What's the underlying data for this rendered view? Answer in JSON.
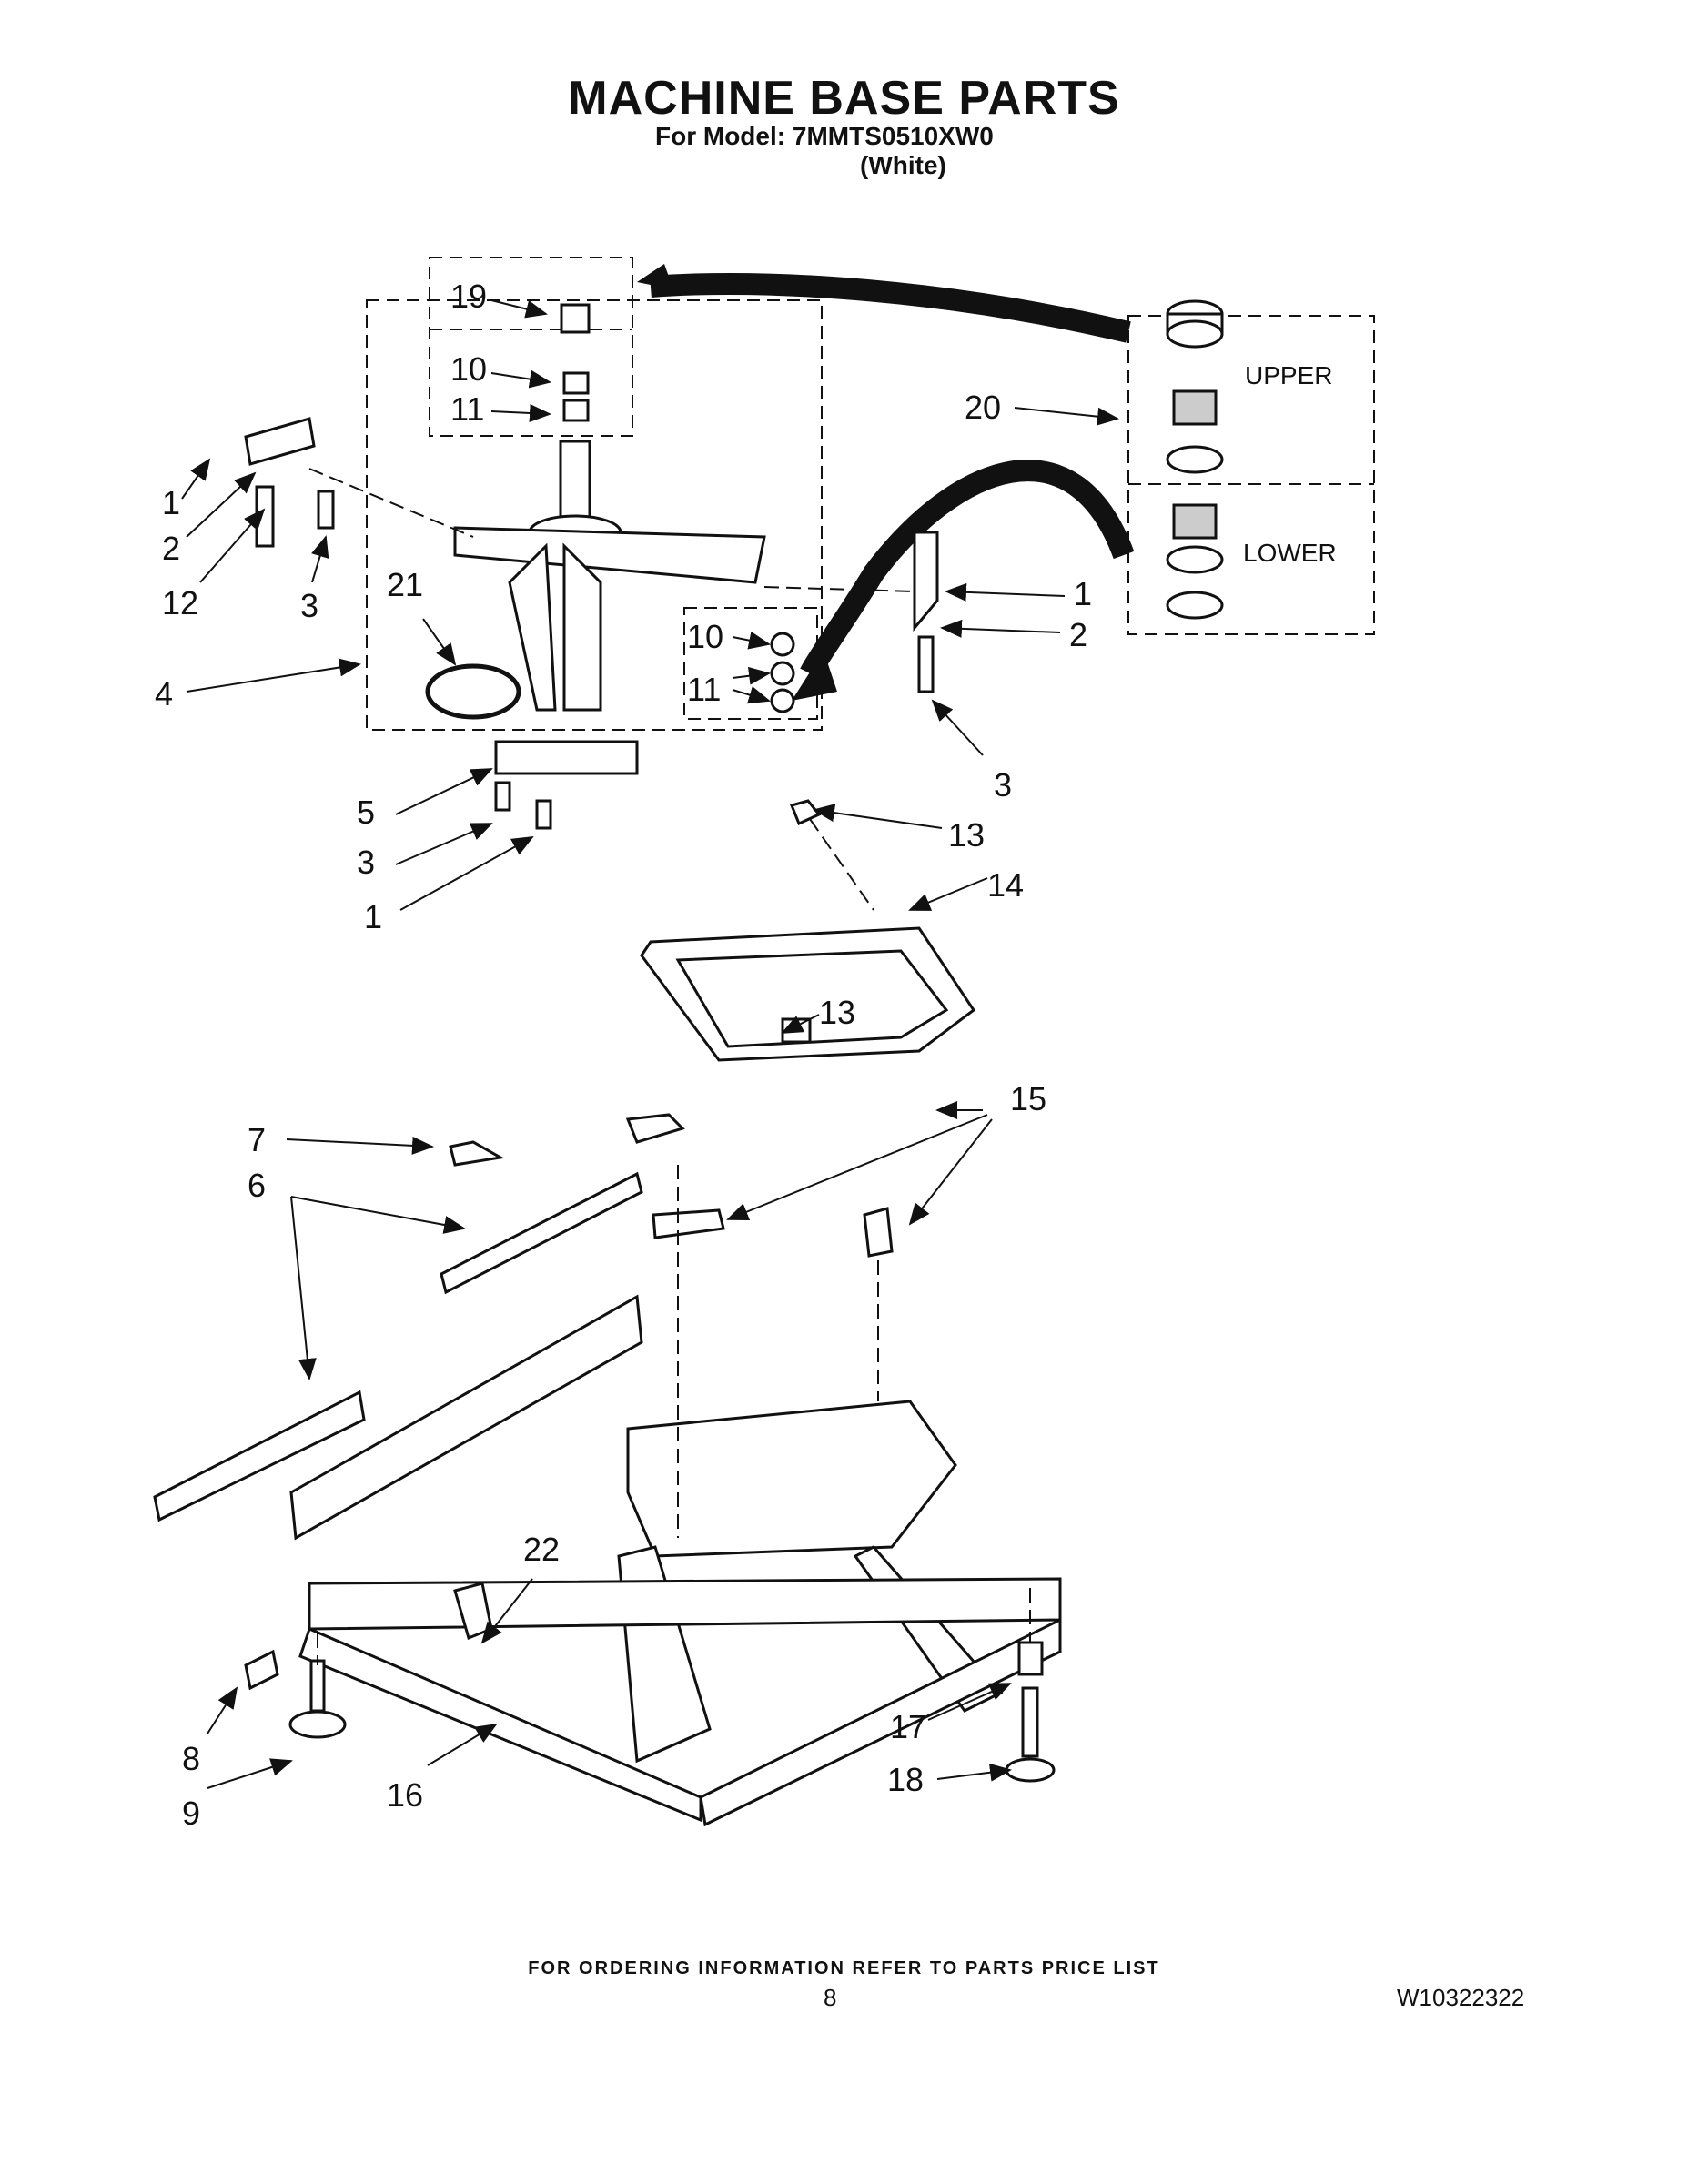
{
  "title": "MACHINE BASE PARTS",
  "model_line": "For Model: 7MMTS0510XW0",
  "color_line": "(White)",
  "footer": "FOR ORDERING INFORMATION REFER TO PARTS PRICE LIST",
  "page_number": "8",
  "doc_number": "W10322322",
  "callouts": {
    "c1a": "1",
    "c2a": "2",
    "c12": "12",
    "c3a": "3",
    "c21": "21",
    "c4": "4",
    "c19": "19",
    "c10a": "10",
    "c11a": "11",
    "c10b": "10",
    "c11b": "11",
    "c20": "20",
    "c1b": "1",
    "c2b": "2",
    "c3b": "3",
    "c5": "5",
    "c3c": "3",
    "c1c": "1",
    "c13a": "13",
    "c14": "14",
    "c13b": "13",
    "c7": "7",
    "c6": "6",
    "c15": "15",
    "c22": "22",
    "c8": "8",
    "c9": "9",
    "c16": "16",
    "c17": "17",
    "c18": "18"
  },
  "labels": {
    "upper": "UPPER",
    "lower": "LOWER"
  }
}
